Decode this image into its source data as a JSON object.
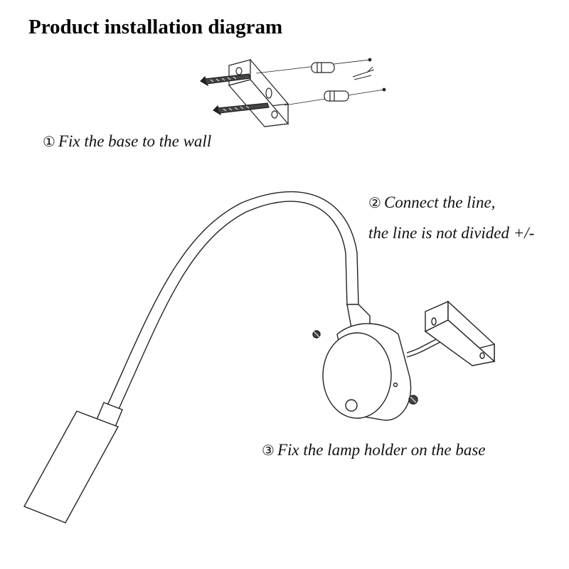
{
  "title": "Product installation diagram",
  "steps": [
    {
      "num": "①",
      "text": "Fix the base to the wall"
    },
    {
      "num": "②",
      "text": "Connect the line,"
    },
    {
      "num": "",
      "text": "the line is not divided +/-"
    },
    {
      "num": "③",
      "text": "Fix the lamp holder on the base"
    }
  ],
  "colors": {
    "line": "#222222",
    "fill": "#ffffff",
    "screw": "#333333"
  }
}
